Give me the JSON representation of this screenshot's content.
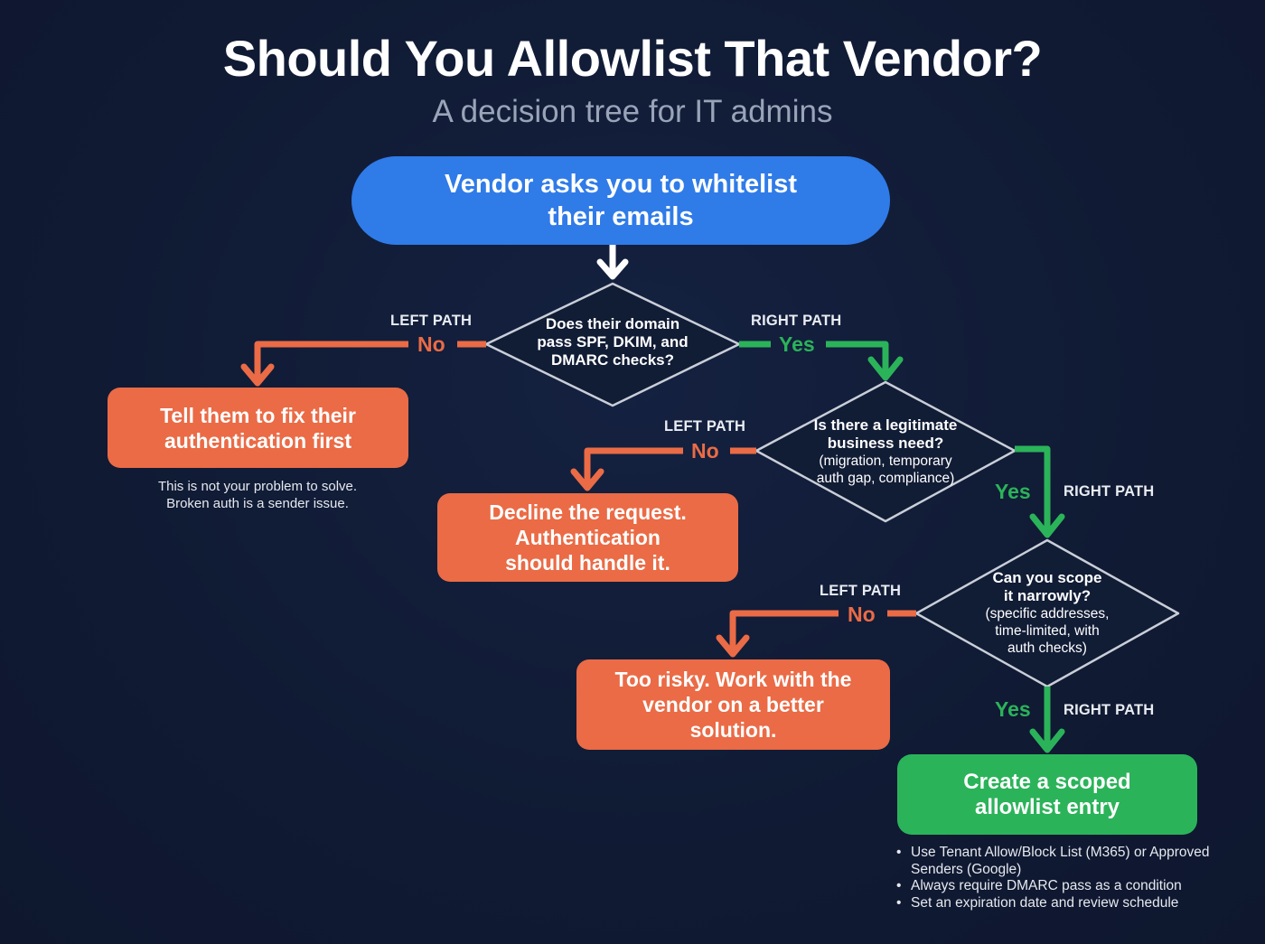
{
  "header": {
    "title": "Should You Allowlist That Vendor?",
    "subtitle": "A decision tree for IT admins"
  },
  "colors": {
    "background": "#111c35",
    "start_node": "#2f7be8",
    "no_path": "#ea6b46",
    "yes_path": "#2bb35a",
    "diamond_outline": "#c9ced8",
    "start_arrow": "#ffffff"
  },
  "nodes": {
    "start": {
      "line1": "Vendor asks you to whitelist",
      "line2": "their emails"
    },
    "decision1": {
      "line1": "Does their domain",
      "line2": "pass SPF, DKIM, and",
      "line3": "DMARC checks?",
      "left_path_label": "LEFT PATH",
      "left_answer": "No",
      "right_path_label": "RIGHT PATH",
      "right_answer": "Yes"
    },
    "outcome1": {
      "line1": "Tell them to fix their",
      "line2": "authentication first",
      "note_line1": "This is not your problem to solve.",
      "note_line2": "Broken auth is a sender issue."
    },
    "decision2": {
      "line1": "Is there a legitimate",
      "line2": "business need?",
      "detail1": "(migration, temporary",
      "detail2": "auth gap, compliance)",
      "left_path_label": "LEFT PATH",
      "left_answer": "No",
      "right_path_label": "RIGHT PATH",
      "right_answer": "Yes"
    },
    "outcome2": {
      "line1": "Decline the request.",
      "line2": "Authentication",
      "line3": "should handle it."
    },
    "decision3": {
      "line1": "Can you scope",
      "line2": "it narrowly?",
      "detail1": "(specific addresses,",
      "detail2": "time-limited, with",
      "detail3": "auth checks)",
      "left_path_label": "LEFT PATH",
      "left_answer": "No",
      "right_path_label": "RIGHT PATH",
      "right_answer": "Yes"
    },
    "outcome3": {
      "line1": "Too risky. Work with the",
      "line2": "vendor on a better",
      "line3": "solution."
    },
    "final": {
      "line1": "Create a scoped",
      "line2": "allowlist entry",
      "bullets": [
        "Use Tenant Allow/Block List (M365) or Approved Senders (Google)",
        "Always require DMARC pass as a condition",
        "Set an expiration date and review schedule"
      ]
    }
  }
}
